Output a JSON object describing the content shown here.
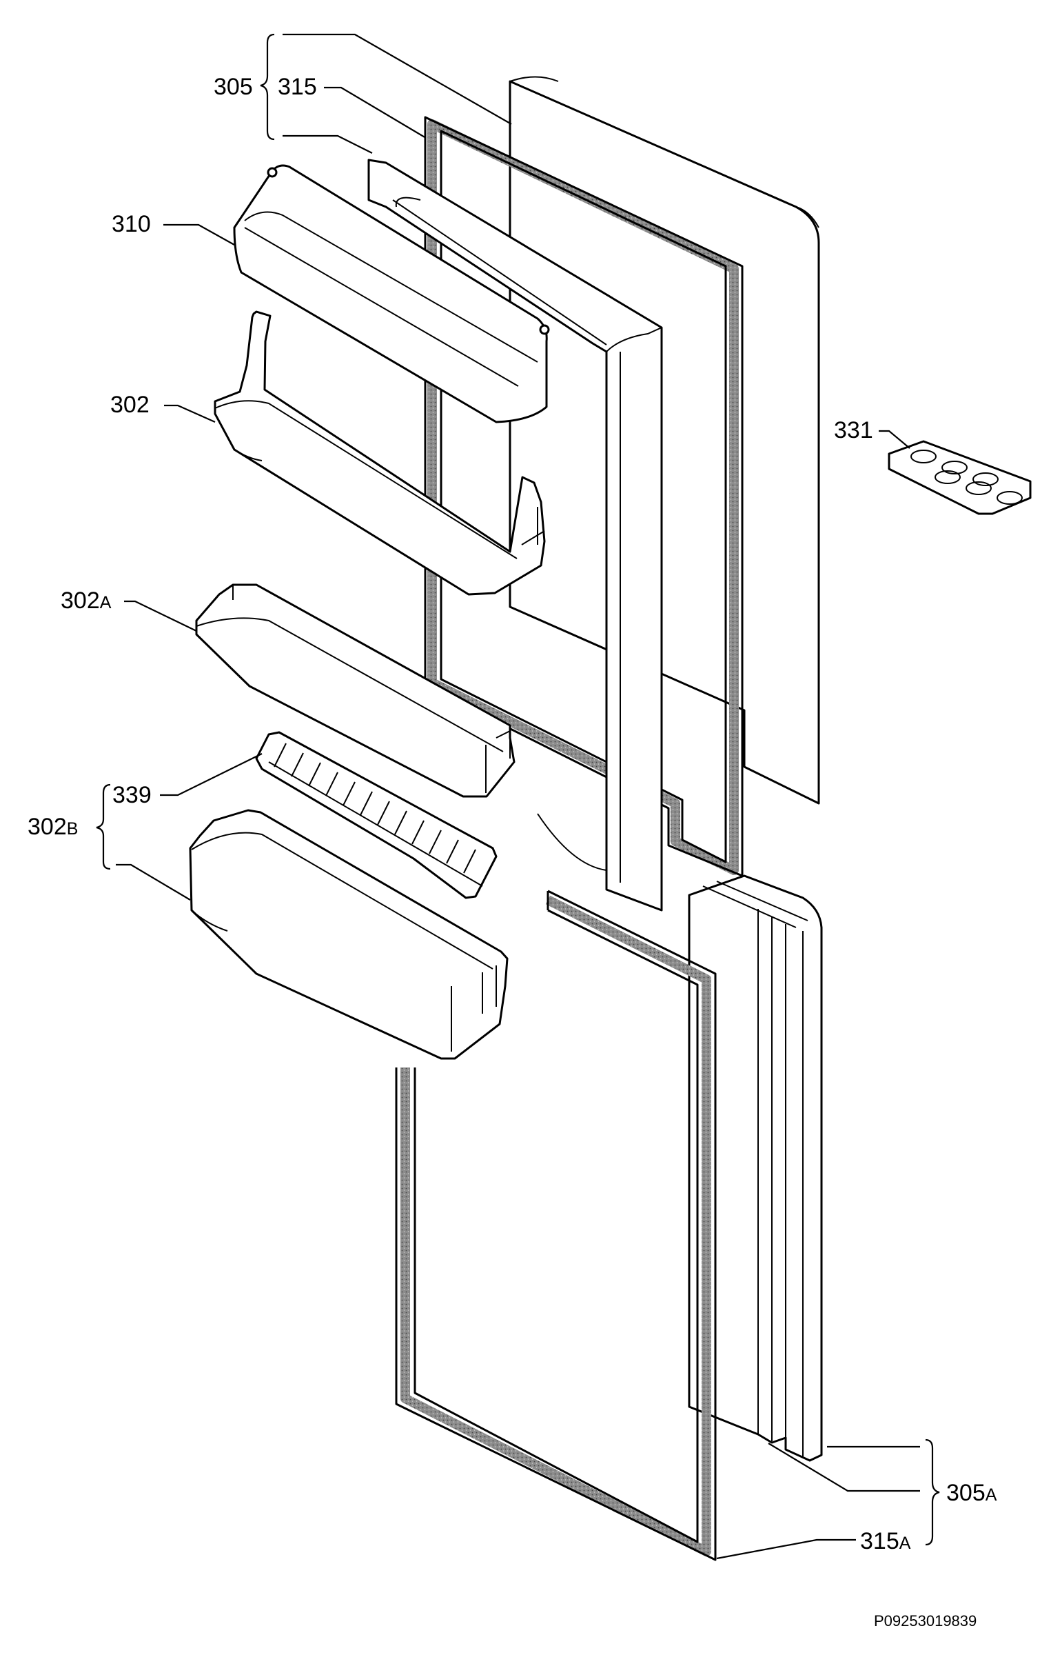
{
  "labels": {
    "l305": "305",
    "l315": "315",
    "l310": "310",
    "l302": "302",
    "l302a_num": "302",
    "l302a_suf": "A",
    "l339": "339",
    "l302b_num": "302",
    "l302b_suf": "B",
    "l331": "331",
    "l305a_num": "305",
    "l305a_suf": "A",
    "l315a_num": "315",
    "l315a_suf": "A"
  },
  "reference": "P09253019839",
  "colors": {
    "line": "#000000",
    "gasket_fill": "#8c8c8c",
    "background": "#ffffff"
  }
}
